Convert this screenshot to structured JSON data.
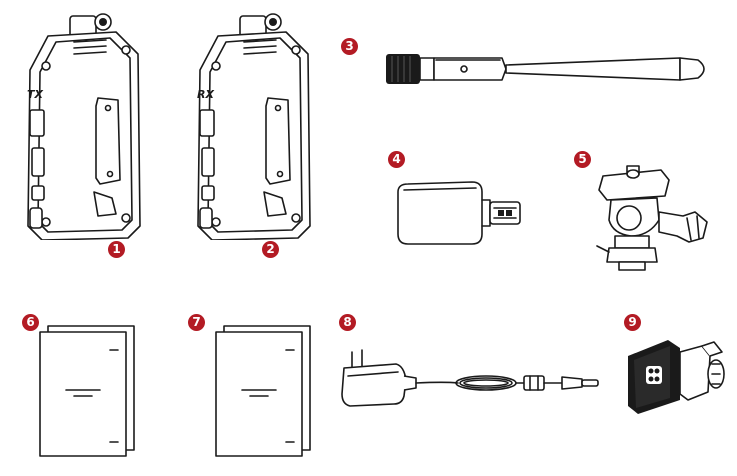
{
  "items": [
    {
      "number": "1",
      "label": "TX"
    },
    {
      "number": "2",
      "label": "RX"
    },
    {
      "number": "3"
    },
    {
      "number": "4"
    },
    {
      "number": "5"
    },
    {
      "number": "6"
    },
    {
      "number": "7"
    },
    {
      "number": "8"
    },
    {
      "number": "9"
    }
  ],
  "colors": {
    "badge": "#b31b24",
    "line": "#1a1a1a"
  },
  "icons": [
    "transmitter-icon",
    "receiver-icon",
    "antenna-icon",
    "usb-adapter-icon",
    "ball-head-mount-icon",
    "manual-icon",
    "manual-icon",
    "power-adapter-icon",
    "shoe-mount-clamp-icon"
  ]
}
